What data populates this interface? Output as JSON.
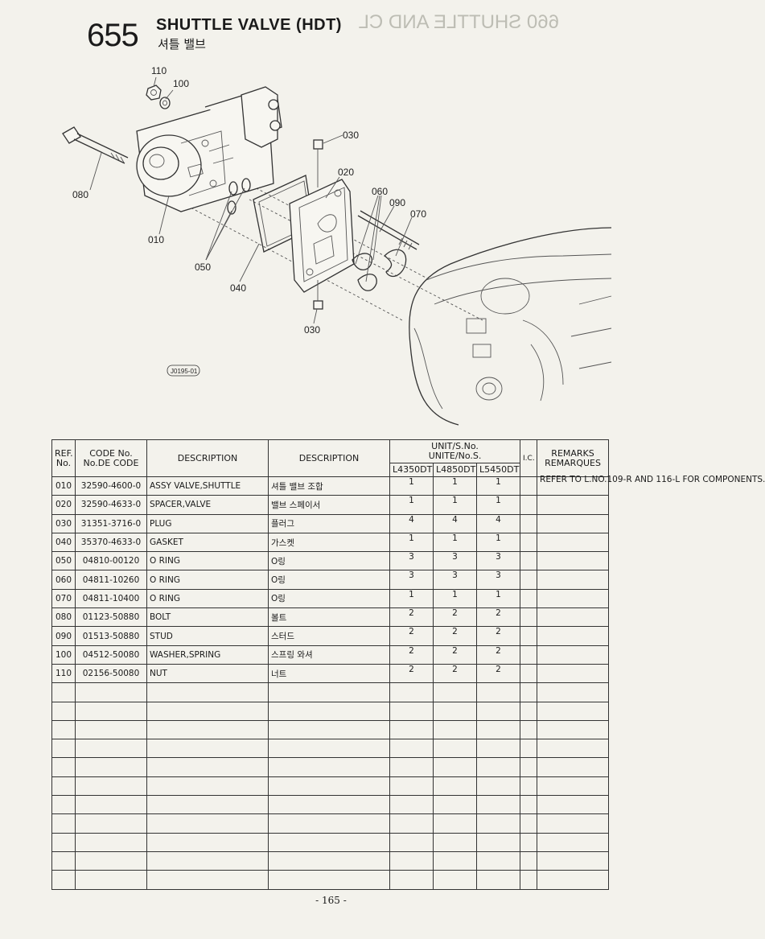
{
  "header": {
    "page_number": "655",
    "title": "SHUTTLE VALVE (HDT)",
    "subtitle": "셔틀 밸브",
    "ghost_text": "660 SHUTTLE AND CL"
  },
  "diagram": {
    "labels": [
      "110",
      "100",
      "030",
      "020",
      "060",
      "090",
      "070",
      "080",
      "010",
      "050",
      "040",
      "030"
    ],
    "figure_code": "J0195-01"
  },
  "table": {
    "headers": {
      "ref": "REF.\nNo.",
      "code": "CODE No.\nNo.DE CODE",
      "desc_en": "DESCRIPTION",
      "desc_ko": "DESCRIPTION",
      "unit": "UNIT/S.No.\nUNITE/No.S.",
      "model1": "L4350DT",
      "model2": "L4850DT",
      "model3": "L5450DT",
      "ic": "I.C.",
      "remarks": "REMARKS\nREMARQUES"
    },
    "rows": [
      {
        "ref": "010",
        "code": "32590-4600-0",
        "desc_en": "ASSY VALVE,SHUTTLE",
        "desc_ko": "셔틀 밸브 조합",
        "q1": "1",
        "q2": "1",
        "q3": "1",
        "ic": "",
        "remarks": "REFER TO L.NO.109-R AND 116-L FOR COMPONENTS."
      },
      {
        "ref": "020",
        "code": "32590-4633-0",
        "desc_en": "SPACER,VALVE",
        "desc_ko": "밸브 스페이서",
        "q1": "1",
        "q2": "1",
        "q3": "1",
        "ic": "",
        "remarks": ""
      },
      {
        "ref": "030",
        "code": "31351-3716-0",
        "desc_en": "PLUG",
        "desc_ko": "플러그",
        "q1": "4",
        "q2": "4",
        "q3": "4",
        "ic": "",
        "remarks": ""
      },
      {
        "ref": "040",
        "code": "35370-4633-0",
        "desc_en": "GASKET",
        "desc_ko": "가스켓",
        "q1": "1",
        "q2": "1",
        "q3": "1",
        "ic": "",
        "remarks": ""
      },
      {
        "ref": "050",
        "code": "04810-00120",
        "desc_en": "O RING",
        "desc_ko": "O링",
        "q1": "3",
        "q2": "3",
        "q3": "3",
        "ic": "",
        "remarks": ""
      },
      {
        "ref": "060",
        "code": "04811-10260",
        "desc_en": "O RING",
        "desc_ko": "O링",
        "q1": "3",
        "q2": "3",
        "q3": "3",
        "ic": "",
        "remarks": ""
      },
      {
        "ref": "070",
        "code": "04811-10400",
        "desc_en": "O RING",
        "desc_ko": "O링",
        "q1": "1",
        "q2": "1",
        "q3": "1",
        "ic": "",
        "remarks": ""
      },
      {
        "ref": "080",
        "code": "01123-50880",
        "desc_en": "BOLT",
        "desc_ko": "볼트",
        "q1": "2",
        "q2": "2",
        "q3": "2",
        "ic": "",
        "remarks": ""
      },
      {
        "ref": "090",
        "code": "01513-50880",
        "desc_en": "STUD",
        "desc_ko": "스터드",
        "q1": "2",
        "q2": "2",
        "q3": "2",
        "ic": "",
        "remarks": ""
      },
      {
        "ref": "100",
        "code": "04512-50080",
        "desc_en": "WASHER,SPRING",
        "desc_ko": "스프링 와셔",
        "q1": "2",
        "q2": "2",
        "q3": "2",
        "ic": "",
        "remarks": ""
      },
      {
        "ref": "110",
        "code": "02156-50080",
        "desc_en": "NUT",
        "desc_ko": "너트",
        "q1": "2",
        "q2": "2",
        "q3": "2",
        "ic": "",
        "remarks": ""
      }
    ],
    "empty_rows": 11
  },
  "footer": {
    "page": "- 165 -"
  }
}
